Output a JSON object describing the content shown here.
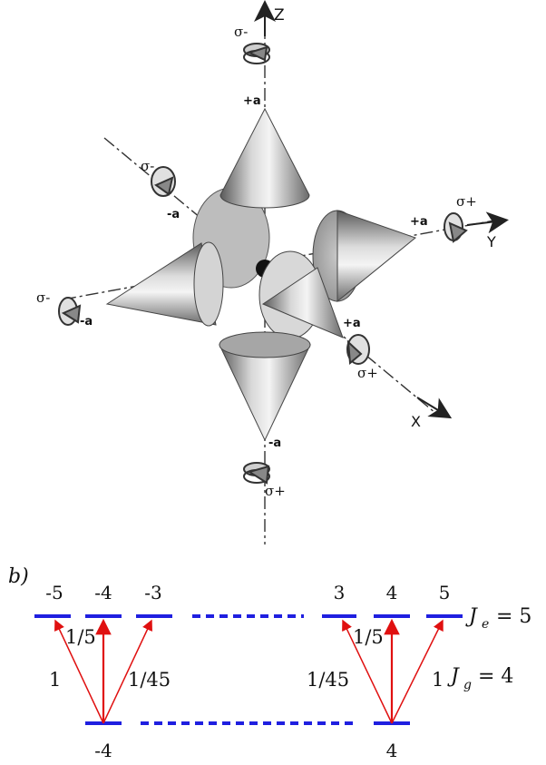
{
  "part_a": {
    "axes": {
      "z": "Z",
      "y": "Y",
      "x": "X"
    },
    "polarization": {
      "top": "σ-",
      "upper_left": "σ-",
      "left": "σ-",
      "right": "σ+",
      "front": "σ+",
      "bottom": "σ+"
    },
    "positions": {
      "top": "+a",
      "upper_left": "-a",
      "left": "-a",
      "right": "+a",
      "front": "+a",
      "bottom": "-a"
    }
  },
  "part_b": {
    "panel_label": "b)",
    "excited_left": [
      "-5",
      "-4",
      "-3"
    ],
    "excited_right": [
      "3",
      "4",
      "5"
    ],
    "ground_left": "-4",
    "ground_right": "4",
    "je_var": "J",
    "je_sub": "e",
    "je_val": "= 5",
    "jg_var": "J",
    "jg_sub": "g",
    "jg_val": "= 4",
    "strengths_left": {
      "far": "1",
      "mid": "1/5",
      "near": "1/45"
    },
    "strengths_right": {
      "near": "1/45",
      "mid": "1/5",
      "far": "1"
    },
    "colors": {
      "levels": "#1f1fe0",
      "arrows": "#e01010"
    }
  }
}
